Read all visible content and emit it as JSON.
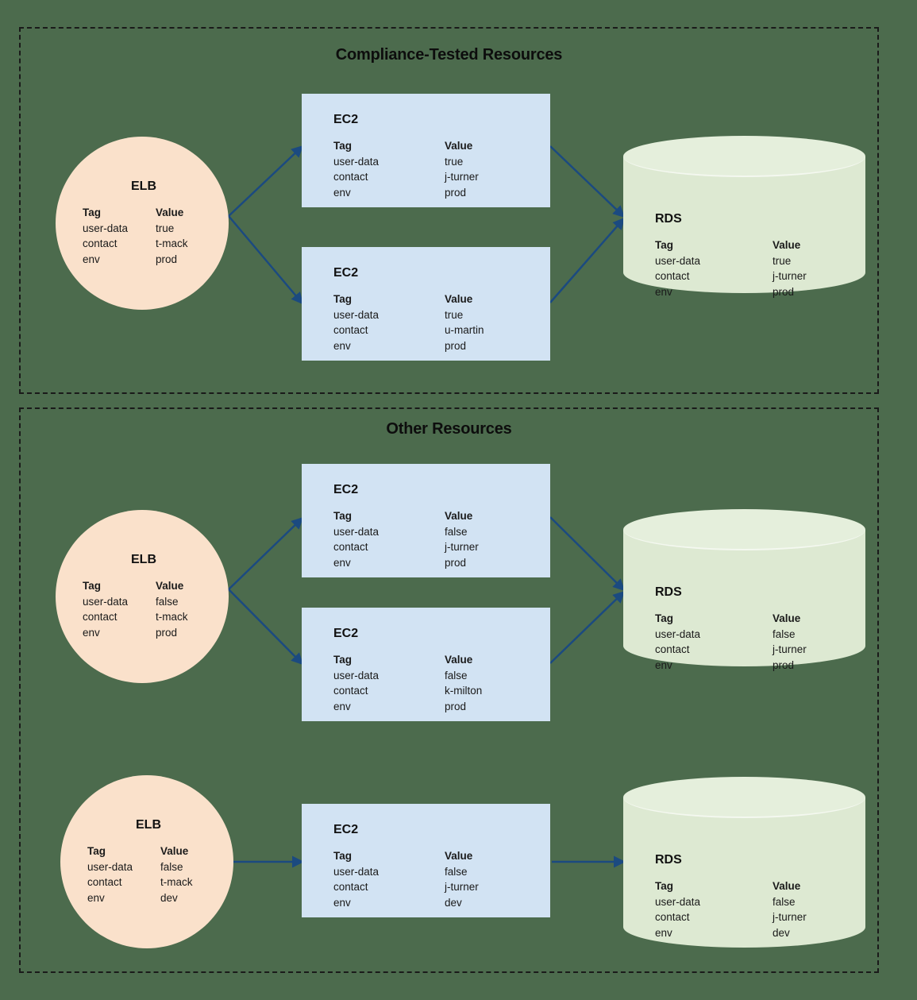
{
  "diagram": {
    "background_color": "#4c6b4d",
    "accent_color": "#1b4a80",
    "elb_color": "#fae1cb",
    "ec2_color": "#d2e3f3",
    "rds_color": "#dde9d2"
  },
  "columns": {
    "tag": "Tag",
    "value": "Value"
  },
  "groups": [
    {
      "id": "compliance",
      "title": "Compliance-Tested Resources",
      "nodes": {
        "elb1": {
          "title": "ELB",
          "rows": [
            {
              "tag": "user-data",
              "value": "true"
            },
            {
              "tag": "contact",
              "value": "t-mack"
            },
            {
              "tag": "env",
              "value": "prod"
            }
          ]
        },
        "ec2_top": {
          "title": "EC2",
          "rows": [
            {
              "tag": "user-data",
              "value": "true"
            },
            {
              "tag": "contact",
              "value": "j-turner"
            },
            {
              "tag": "env",
              "value": "prod"
            }
          ]
        },
        "ec2_bottom": {
          "title": "EC2",
          "rows": [
            {
              "tag": "user-data",
              "value": "true"
            },
            {
              "tag": "contact",
              "value": "u-martin"
            },
            {
              "tag": "env",
              "value": "prod"
            }
          ]
        },
        "rds": {
          "title": "RDS",
          "rows": [
            {
              "tag": "user-data",
              "value": "true"
            },
            {
              "tag": "contact",
              "value": "j-turner"
            },
            {
              "tag": "env",
              "value": "prod"
            }
          ]
        }
      }
    },
    {
      "id": "other",
      "title": "Other Resources",
      "nodes": {
        "elb1": {
          "title": "ELB",
          "rows": [
            {
              "tag": "user-data",
              "value": "false"
            },
            {
              "tag": "contact",
              "value": "t-mack"
            },
            {
              "tag": "env",
              "value": "prod"
            }
          ]
        },
        "ec2_top": {
          "title": "EC2",
          "rows": [
            {
              "tag": "user-data",
              "value": "false"
            },
            {
              "tag": "contact",
              "value": "j-turner"
            },
            {
              "tag": "env",
              "value": "prod"
            }
          ]
        },
        "ec2_bottom": {
          "title": "EC2",
          "rows": [
            {
              "tag": "user-data",
              "value": "false"
            },
            {
              "tag": "contact",
              "value": "k-milton"
            },
            {
              "tag": "env",
              "value": "prod"
            }
          ]
        },
        "rds": {
          "title": "RDS",
          "rows": [
            {
              "tag": "user-data",
              "value": "false"
            },
            {
              "tag": "contact",
              "value": "j-turner"
            },
            {
              "tag": "env",
              "value": "prod"
            }
          ]
        },
        "elb2": {
          "title": "ELB",
          "rows": [
            {
              "tag": "user-data",
              "value": "false"
            },
            {
              "tag": "contact",
              "value": "t-mack"
            },
            {
              "tag": "env",
              "value": "dev"
            }
          ]
        },
        "ec2_single": {
          "title": "EC2",
          "rows": [
            {
              "tag": "user-data",
              "value": "false"
            },
            {
              "tag": "contact",
              "value": "j-turner"
            },
            {
              "tag": "env",
              "value": "dev"
            }
          ]
        },
        "rds2": {
          "title": "RDS",
          "rows": [
            {
              "tag": "user-data",
              "value": "false"
            },
            {
              "tag": "contact",
              "value": "j-turner"
            },
            {
              "tag": "env",
              "value": "dev"
            }
          ]
        }
      }
    }
  ]
}
